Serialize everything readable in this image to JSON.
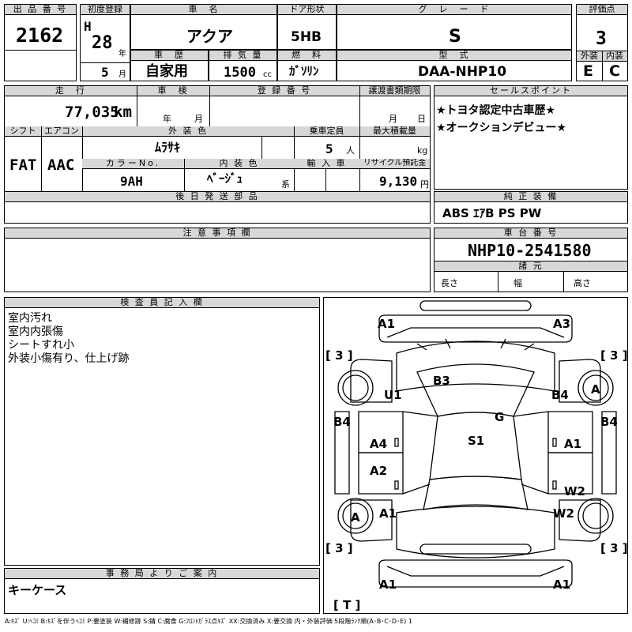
{
  "header": {
    "lot_label": "出 品 番 号",
    "lot_number": "2162",
    "first_reg_label": "初度登録",
    "era": "H",
    "year": "28",
    "year_unit": "年",
    "month": "5",
    "month_unit": "月",
    "car_name_label": "車　名",
    "car_name": "アクア",
    "door_label": "ドア形状",
    "door": "5HB",
    "grade_label": "グ　レ　ー　ド",
    "grade": "S",
    "score_label": "評価点",
    "score": "3",
    "history_label": "車　歴",
    "history": "自家用",
    "displacement_label": "排 気 量",
    "displacement": "1500",
    "displacement_unit": "cc",
    "fuel_label": "燃　料",
    "fuel": "ｶﾞｿﾘﾝ",
    "model_label": "型　式",
    "model": "DAA-NHP10",
    "ext_label": "外装",
    "ext": "E",
    "int_label": "内装",
    "int": "C"
  },
  "row2": {
    "mileage_label": "走　行",
    "mileage": "77,035",
    "mileage_unit": "km",
    "inspection_label": "車　検",
    "inspection_year_unit": "年",
    "inspection_month_unit": "月",
    "reg_label": "登 録 番 号",
    "transfer_label": "譲渡書類期限",
    "transfer_month_unit": "月",
    "transfer_day_unit": "日",
    "shift_label": "シフト",
    "shift": "FAT",
    "ac_label": "エアコン",
    "ac": "AAC",
    "color_label": "外 装 色",
    "color": "ﾑﾗｻｷ",
    "capacity_label": "乗車定員",
    "capacity": "5",
    "capacity_unit": "人",
    "load_label": "最大積載量",
    "load_unit": "kg",
    "color_no_label": "カラーNo.",
    "color_no": "9AH",
    "int_color_label": "内 装 色",
    "int_color": "ﾍﾞｰｼﾞｭ",
    "int_color_unit": "系",
    "import_label": "輸 入 車",
    "recycle_label": "リサイクル預託金",
    "recycle": "9,130",
    "recycle_unit": "円",
    "later_parts_label": "後 日 発 送 部 品"
  },
  "sales": {
    "label": "セールスポイント",
    "line1": "★トヨタ認定中古車歴★",
    "line2": "★オークションデビュー★"
  },
  "equipment": {
    "label": "純 正 装 備",
    "value": "ABS ｴｱB PS PW"
  },
  "notes": {
    "label": "注 意 事 項 欄"
  },
  "chassis": {
    "label": "車 台 番 号",
    "value": "NHP10-2541580",
    "spec_label": "諸 元",
    "length_label": "長さ",
    "width_label": "幅",
    "height_label": "高さ"
  },
  "inspector": {
    "label": "検 査 員 記 入 欄",
    "text": "室内汚れ\n室内内張傷\nシートすれ小\n外装小傷有り、仕上げ跡"
  },
  "office": {
    "label": "事 務 局 よ り ご 案 内",
    "text": "キーケース"
  },
  "diagram": {
    "marks": {
      "m_a1_tl": "A1",
      "m_a3_tr": "A3",
      "m_3_tl": "[ 3 ]",
      "m_3_tr": "[ 3 ]",
      "m_b3": "B3",
      "m_u1": "U1",
      "m_b4_r": "B4",
      "m_a_r": "A",
      "m_g": "G",
      "m_b4_l": "B4",
      "m_b4_rr": "B4",
      "m_a4": "A4",
      "m_s1": "S1",
      "m_a1_mr": "A1",
      "m_a2": "A2",
      "m_w2_r": "W2",
      "m_a_l": "A",
      "m_a1_ml": "A1",
      "m_w2_rl": "W2",
      "m_3_bl": "[ 3 ]",
      "m_3_br": "[ 3 ]",
      "m_a1_bl": "A1",
      "m_a1_br": "A1",
      "m_t": "[ T ]"
    }
  },
  "legend": "A:ｷｽﾞ U:ﾍｺﾐ B:ｷｽﾞを伴うﾍｺﾐ P:要塗装 W:補修跡 S:錆 C:腐食 G:ﾌﾛﾝﾄｶﾞﾗｽ点ｷｽﾞ XX:交換済み X:要交換 内・外装評価 5段階ﾗﾝｸ順(A･B･C･D･E) 1"
}
